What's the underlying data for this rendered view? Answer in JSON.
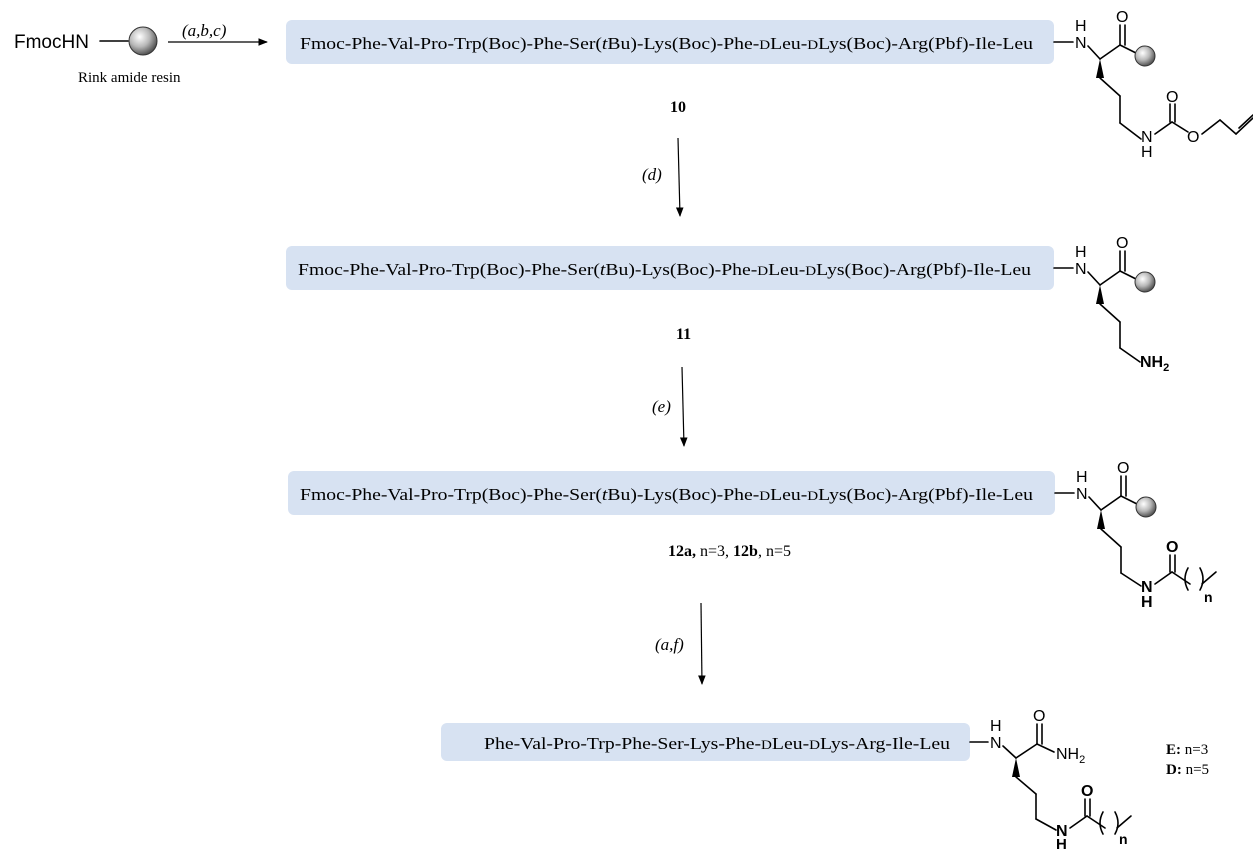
{
  "start": {
    "group": "FmocHN",
    "resin_label": "Rink amide resin"
  },
  "steps": [
    {
      "label": "(a,b,c)"
    },
    {
      "label": "(d)"
    },
    {
      "label": "(e)"
    },
    {
      "label": "(a,f)"
    }
  ],
  "intermediates": [
    {
      "sequence_prefix": "Fmoc-Phe-Val-Pro-Trp(Boc)-Phe-Ser(",
      "sequence_tbu": "t",
      "sequence_mid": "Bu)-Lys(Boc)-Phe-",
      "sequence_d1": "D",
      "sequence_leu": "Leu-",
      "sequence_d2": "D",
      "sequence_suffix": "Lys(Boc)-Arg(Pbf)-Ile-Leu",
      "compound": "10"
    },
    {
      "sequence_prefix": "Fmoc-Phe-Val-Pro-Trp(Boc)-Phe-Ser(",
      "sequence_tbu": "t",
      "sequence_mid": "Bu)-Lys(Boc)-Phe-",
      "sequence_d1": "D",
      "sequence_leu": "Leu-",
      "sequence_d2": "D",
      "sequence_suffix": "Lys(Boc)-Arg(Pbf)-Ile-Leu",
      "compound": "11"
    },
    {
      "sequence_prefix": "Fmoc-Phe-Val-Pro-Trp(Boc)-Phe-Ser(",
      "sequence_tbu": "t",
      "sequence_mid": "Bu)-Lys(Boc)-Phe-",
      "sequence_d1": "D",
      "sequence_leu": "Leu-",
      "sequence_d2": "D",
      "sequence_suffix": "Lys(Boc)-Arg(Pbf)-Ile-Leu",
      "compound_a": "12a,",
      "compound_a_note": " n=3, ",
      "compound_b": "12b",
      "compound_b_note": ", n=5"
    }
  ],
  "final": {
    "sequence_prefix": "Phe-Val-Pro-Trp-Phe-Ser-Lys-Phe-",
    "sequence_d1": "D",
    "sequence_leu": "Leu-",
    "sequence_d2": "D",
    "sequence_suffix": "Lys-Arg-Ile-Leu",
    "products": [
      {
        "label": "E:",
        "value": " n=3"
      },
      {
        "label": "D:",
        "value": " n=5"
      }
    ]
  },
  "atoms": {
    "H": "H",
    "N": "N",
    "O": "O",
    "NH": "NH",
    "NH2_main": "NH",
    "NH2_sub": "2",
    "n": "n"
  }
}
